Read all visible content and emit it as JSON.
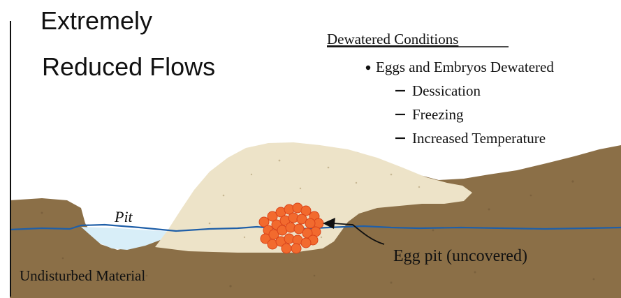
{
  "title": {
    "line1": "Extremely",
    "line2": "Reduced Flows"
  },
  "conditions": {
    "heading": "Dewatered Conditions",
    "bullet": "Eggs and Embryos Dewatered",
    "sub_items": [
      "Dessication",
      "Freezing",
      "Increased Temperature"
    ]
  },
  "labels": {
    "pit": "Pit",
    "egg_pit": "Egg pit (uncovered)",
    "undisturbed": "Undisturbed Material"
  },
  "colors": {
    "substrate": "#8B6F47",
    "substrate_dark": "#6E5535",
    "mound": "#EDE3C8",
    "pit_water": "#D8EEF8",
    "water_line": "#1F5FA8",
    "eggs": "#F26A2E",
    "eggs_edge": "#D9441A",
    "text": "#111111"
  }
}
